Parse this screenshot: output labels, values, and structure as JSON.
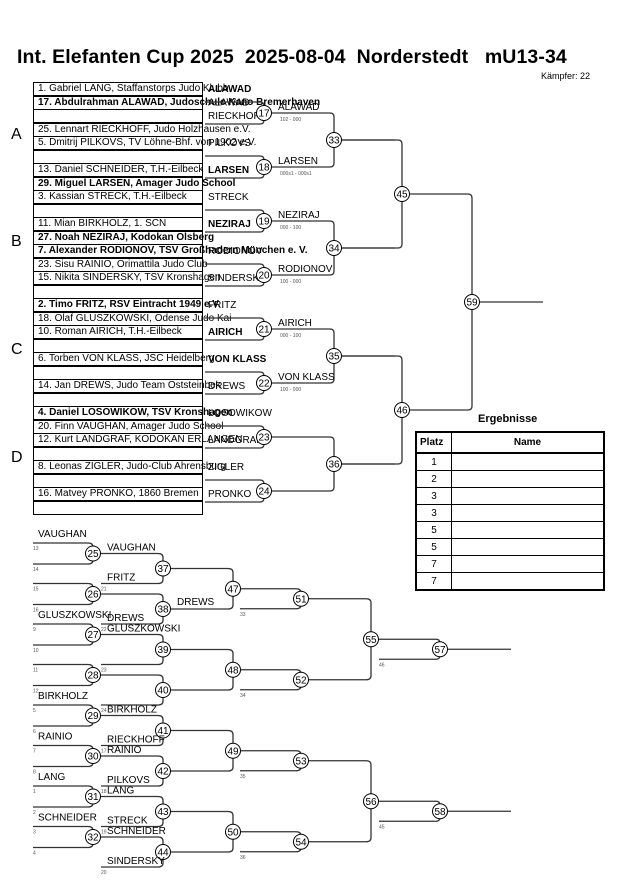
{
  "header": {
    "title": "Int. Elefanten Cup 2025  2025-08-04  Norderstedt   mU13-34",
    "fighter_count": "Kämpfer: 22"
  },
  "pools": [
    "A",
    "B",
    "C",
    "D"
  ],
  "participants": [
    {
      "text": "1. Gabriel LANG, Staffanstorps Judo Klubb",
      "bold": false
    },
    {
      "text": "17. Abdulrahman ALAWAD, Judoschule Kano Bremerhaven",
      "bold": true
    },
    {
      "text": "",
      "bold": false
    },
    {
      "text": "25. Lennart RIECKHOFF, Judo Holzhausen e.V.",
      "bold": false
    },
    {
      "text": "5. Dmitrij PILKOVS, TV Löhne-Bhf. von 1902 e.V.",
      "bold": false
    },
    {
      "text": "",
      "bold": false
    },
    {
      "text": "13. Daniel SCHNEIDER, T.H.-Eilbeck",
      "bold": false
    },
    {
      "text": "29. Miguel LARSEN, Amager Judo School",
      "bold": true
    },
    {
      "text": "3. Kassian STRECK, T.H.-Eilbeck",
      "bold": false
    },
    {
      "text": "",
      "bold": false
    },
    {
      "text": "11. Mian BIRKHOLZ, 1. SCN",
      "bold": false
    },
    {
      "text": "27. Noah NEZIRAJ, Kodokan Olsberg",
      "bold": true
    },
    {
      "text": "7. Alexander RODIONOV, TSV Großhadern München e. V.",
      "bold": true
    },
    {
      "text": "23. Sisu RAINIO, Orimattila Judo Club",
      "bold": false
    },
    {
      "text": "15. Nikita SINDERSKY, TSV Kronshagen",
      "bold": false
    },
    {
      "text": "",
      "bold": false
    },
    {
      "text": "2. Timo FRITZ, RSV Eintracht 1949 e.V.",
      "bold": true
    },
    {
      "text": "18. Olaf GLUSZKOWSKI, Odense Judo Kai",
      "bold": false
    },
    {
      "text": "10. Roman AIRICH, T.H.-Eilbeck",
      "bold": false
    },
    {
      "text": "",
      "bold": false
    },
    {
      "text": "6. Torben VON KLASS, JSC Heidelberg",
      "bold": false
    },
    {
      "text": "",
      "bold": false
    },
    {
      "text": "14. Jan DREWS, Judo Team Oststeinbek",
      "bold": false
    },
    {
      "text": "",
      "bold": false
    },
    {
      "text": "4. Daniel LOSOWIKOW, TSV Kronshagen",
      "bold": true
    },
    {
      "text": "20. Finn VAUGHAN, Amager Judo School",
      "bold": false
    },
    {
      "text": "12. Kurt LANDGRAF, KODOKAN ERLANGEN",
      "bold": false
    },
    {
      "text": "",
      "bold": false
    },
    {
      "text": "8. Leonas ZIGLER, Judo-Club Ahrensburg",
      "bold": false
    },
    {
      "text": "",
      "bold": false
    },
    {
      "text": "16. Matvey PRONKO, 1860 Bremen",
      "bold": false
    },
    {
      "text": "",
      "bold": false
    }
  ],
  "round1_names": [
    {
      "slot": 0,
      "name": "ALAWAD",
      "bold": true
    },
    {
      "slot": 1,
      "name": "ALAWAD",
      "bold": false
    },
    {
      "slot": 2,
      "name": "RIECKHOFF",
      "bold": false
    },
    {
      "slot": 4,
      "name": "PILKOVS",
      "bold": false
    },
    {
      "slot": 6,
      "name": "LARSEN",
      "bold": true
    },
    {
      "slot": 8,
      "name": "STRECK",
      "bold": false
    },
    {
      "slot": 10,
      "name": "NEZIRAJ",
      "bold": true
    },
    {
      "slot": 12,
      "name": "RODIONOV",
      "bold": false
    },
    {
      "slot": 14,
      "name": "SINDERSKY",
      "bold": false
    },
    {
      "slot": 16,
      "name": "FRITZ",
      "bold": false
    },
    {
      "slot": 18,
      "name": "AIRICH",
      "bold": true
    },
    {
      "slot": 20,
      "name": "VON KLASS",
      "bold": true
    },
    {
      "slot": 22,
      "name": "DREWS",
      "bold": false
    },
    {
      "slot": 24,
      "name": "LOSOWIKOW",
      "bold": false
    },
    {
      "slot": 26,
      "name": "LANDGRAF",
      "bold": false
    },
    {
      "slot": 28,
      "name": "ZIGLER",
      "bold": false
    },
    {
      "slot": 30,
      "name": "PRONKO",
      "bold": false
    }
  ],
  "main_bracket": {
    "round1": [
      {
        "no": "17",
        "winner": "ALAWAD",
        "score": "102 - 000"
      },
      {
        "no": "18",
        "winner": "LARSEN",
        "score": "000s1 - 000s1"
      },
      {
        "no": "19",
        "winner": "NEZIRAJ",
        "score": "000 - 100"
      },
      {
        "no": "20",
        "winner": "RODIONOV",
        "score": "100 - 000"
      },
      {
        "no": "21",
        "winner": "AIRICH",
        "score": "000 - 100"
      },
      {
        "no": "22",
        "winner": "VON KLASS",
        "score": "100 - 000"
      },
      {
        "no": "23",
        "winner": "",
        "score": ""
      },
      {
        "no": "24",
        "winner": "",
        "score": ""
      }
    ],
    "round2": [
      {
        "no": "33"
      },
      {
        "no": "34"
      },
      {
        "no": "35"
      },
      {
        "no": "36"
      }
    ],
    "semis": [
      {
        "no": "45"
      },
      {
        "no": "46"
      }
    ],
    "final": {
      "no": "59"
    }
  },
  "repechage": {
    "r1": [
      {
        "no": "25",
        "top_label": "13",
        "bottom_label": "14",
        "name": "VAUGHAN"
      },
      {
        "no": "26",
        "top_label": "15",
        "bottom_label": "16",
        "name": ""
      },
      {
        "no": "27",
        "top_label": "9",
        "bottom_label": "10",
        "name": "GLUSZKOWSKI"
      },
      {
        "no": "28",
        "top_label": "11",
        "bottom_label": "12",
        "name": ""
      },
      {
        "no": "29",
        "top_label": "5",
        "bottom_label": "6",
        "name": "BIRKHOLZ"
      },
      {
        "no": "30",
        "top_label": "7",
        "bottom_label": "8",
        "name": "RAINIO"
      },
      {
        "no": "31",
        "top_label": "1",
        "bottom_label": "2",
        "name": "LANG"
      },
      {
        "no": "32",
        "top_label": "3",
        "bottom_label": "4",
        "name": "SCHNEIDER"
      }
    ],
    "r2": [
      {
        "no": "37",
        "top": "VAUGHAN",
        "bottom": "FRITZ",
        "bottom_label": "21"
      },
      {
        "no": "38",
        "top": "",
        "bottom": "DREWS",
        "bottom_label": "22"
      },
      {
        "no": "39",
        "top": "GLUSZKOWSKI",
        "bottom": "",
        "bottom_label": "23"
      },
      {
        "no": "40",
        "top": "",
        "bottom": "",
        "bottom_label": "24"
      },
      {
        "no": "41",
        "top": "BIRKHOLZ",
        "bottom": "RIECKHOFF",
        "bottom_label": "17"
      },
      {
        "no": "42",
        "top": "RAINIO",
        "bottom": "PILKOVS",
        "bottom_label": "18"
      },
      {
        "no": "43",
        "top": "LANG",
        "bottom": "STRECK",
        "bottom_label": "19"
      },
      {
        "no": "44",
        "top": "SCHNEIDER",
        "bottom": "SINDERSKY",
        "bottom_label": "20"
      }
    ],
    "r3": [
      {
        "no": "47",
        "winner": "DREWS"
      },
      {
        "no": "48",
        "winner": ""
      },
      {
        "no": "49",
        "winner": ""
      },
      {
        "no": "50",
        "winner": ""
      }
    ],
    "r4": [
      {
        "no": "51",
        "bottom_label": "33"
      },
      {
        "no": "52",
        "bottom_label": "34"
      },
      {
        "no": "53",
        "bottom_label": "35"
      },
      {
        "no": "54",
        "bottom_label": "36"
      }
    ],
    "r5": [
      {
        "no": "55"
      },
      {
        "no": "56"
      }
    ],
    "bronze": [
      {
        "no": "57",
        "bottom_label": "46"
      },
      {
        "no": "58",
        "bottom_label": "45"
      }
    ]
  },
  "results": {
    "title": "Ergebnisse",
    "col_place": "Platz",
    "col_name": "Name",
    "rows": [
      {
        "place": "1",
        "name": ""
      },
      {
        "place": "2",
        "name": ""
      },
      {
        "place": "3",
        "name": ""
      },
      {
        "place": "3",
        "name": ""
      },
      {
        "place": "5",
        "name": ""
      },
      {
        "place": "5",
        "name": ""
      },
      {
        "place": "7",
        "name": ""
      },
      {
        "place": "7",
        "name": ""
      }
    ]
  }
}
